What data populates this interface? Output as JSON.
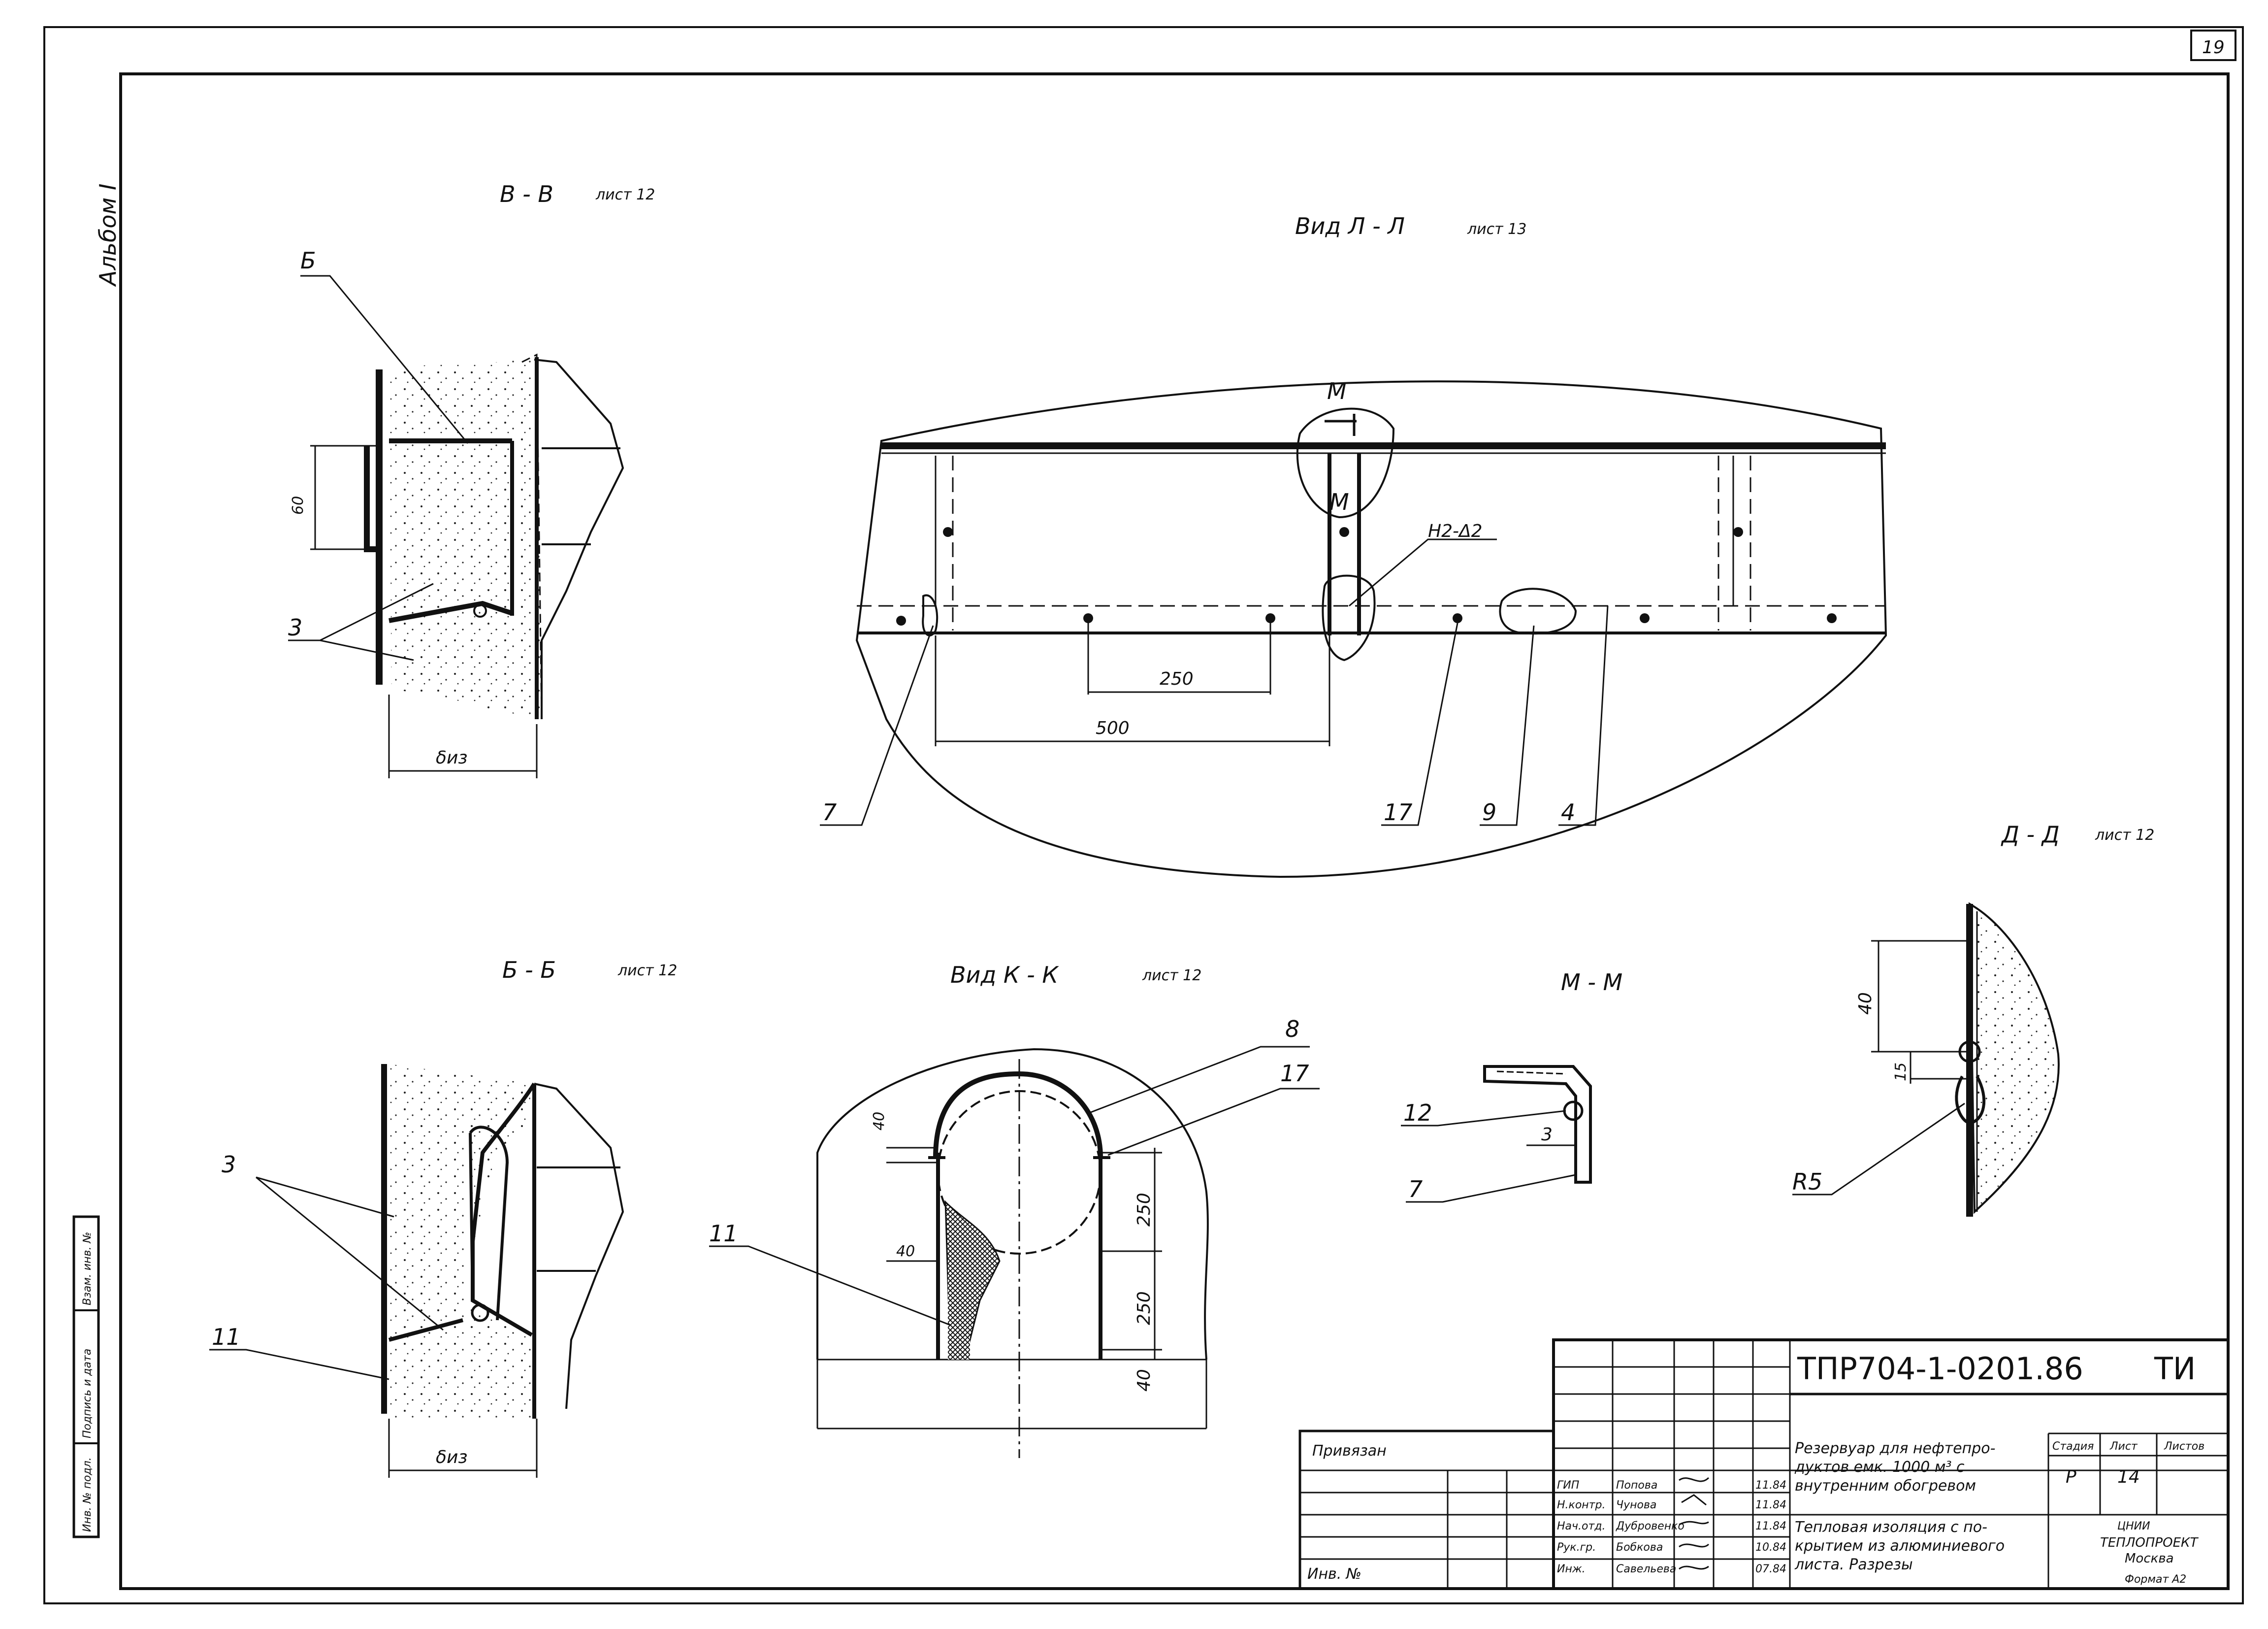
{
  "sheet_corner": "19",
  "album_label": "Альбом I",
  "sections": {
    "vv": {
      "title": "В - В",
      "ref": "лист 12",
      "callouts": [
        "Б",
        "3"
      ],
      "dims": [
        "60",
        "δиз"
      ]
    },
    "ll": {
      "title": "Вид Л - Л",
      "ref": "лист 13",
      "dims": [
        "250",
        "500"
      ],
      "marks": [
        "М",
        "М",
        "Н2-Δ2"
      ],
      "callouts": [
        "7",
        "17",
        "9",
        "4"
      ]
    },
    "bb": {
      "title": "Б - Б",
      "ref": "лист 12",
      "callouts": [
        "3",
        "11"
      ],
      "dims": [
        "δиз"
      ]
    },
    "kk": {
      "title": "Вид К - К",
      "ref": "лист 12",
      "callouts": [
        "8",
        "17",
        "11"
      ],
      "dims": [
        "40",
        "40",
        "250",
        "250",
        "40"
      ]
    },
    "mm": {
      "title": "М - М",
      "callouts": [
        "12",
        "7"
      ],
      "dims": [
        "3"
      ]
    },
    "dd": {
      "title": "Д - Д",
      "ref": "лист 12",
      "dims": [
        "40",
        "15",
        "R5"
      ]
    }
  },
  "side_stamp": [
    "Инв. № подл.",
    "Подпись и дата",
    "Взам. инв. №"
  ],
  "title_block": {
    "code": "ТПР704-1-0201.86",
    "mark": "ТИ",
    "project_name": [
      "Резервуар для нефтепро-",
      "дуктов емк. 1000 м³ с",
      "внутренним обогревом"
    ],
    "sheet_name": [
      "Тепловая изоляция с по-",
      "крытием из алюминиевого",
      "листа. Разрезы"
    ],
    "col_headers": [
      "Стадия",
      "Лист",
      "Листов"
    ],
    "stage": "Р",
    "sheet": "14",
    "org": [
      "ЦНИИ",
      "ТЕПЛОПРОЕКТ",
      "Москва"
    ],
    "privyazan": "Привязан",
    "inv_no": "Инв. №",
    "roles": [
      "ГИП",
      "Н.контр.",
      "Нач.отд.",
      "Рук.гр.",
      "Инж."
    ],
    "names": [
      "Попова",
      "Чунова",
      "Дубровенко",
      "Бобкова",
      "Савельева"
    ],
    "dates": [
      "11.84",
      "11.84",
      "11.84",
      "10.84",
      "07.84"
    ],
    "format": "Формат А2"
  }
}
